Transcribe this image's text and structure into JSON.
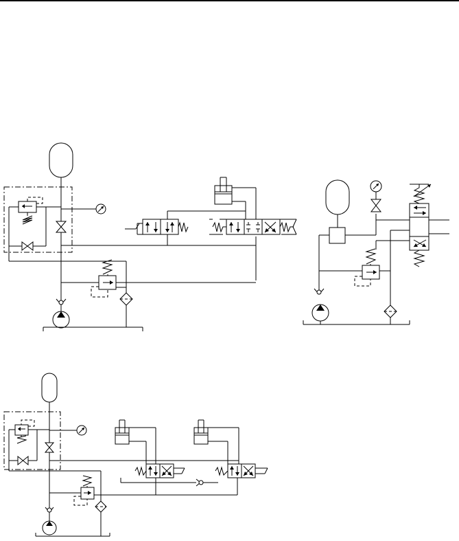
{
  "page": {
    "background": "#ffffff",
    "line_color": "#000000"
  },
  "figure": {
    "diagrams": [
      {
        "position": "top-left",
        "components": [
          "accumulator",
          "safety-block",
          "shutoff-valve",
          "pressure-gauge",
          "relief-valve",
          "check-valve",
          "pump",
          "filter",
          "solenoid-valve-4-2",
          "solenoid-valve-4-3",
          "hydraulic-cylinder",
          "tank-line"
        ]
      },
      {
        "position": "top-right",
        "components": [
          "accumulator",
          "pressure-gauge",
          "shutoff-valve",
          "junction-block",
          "relief-valve",
          "check-valve",
          "pump",
          "filter",
          "proportional-valve-4-3",
          "tank-line"
        ]
      },
      {
        "position": "bottom-left",
        "components": [
          "accumulator",
          "safety-block",
          "shutoff-valve",
          "pressure-gauge",
          "relief-valve",
          "check-valve",
          "pump",
          "filter",
          "solenoid-valve-4-2",
          "solenoid-valve-4-2",
          "shuttle-valve",
          "hydraulic-cylinder",
          "hydraulic-cylinder",
          "tank-line"
        ]
      }
    ]
  }
}
